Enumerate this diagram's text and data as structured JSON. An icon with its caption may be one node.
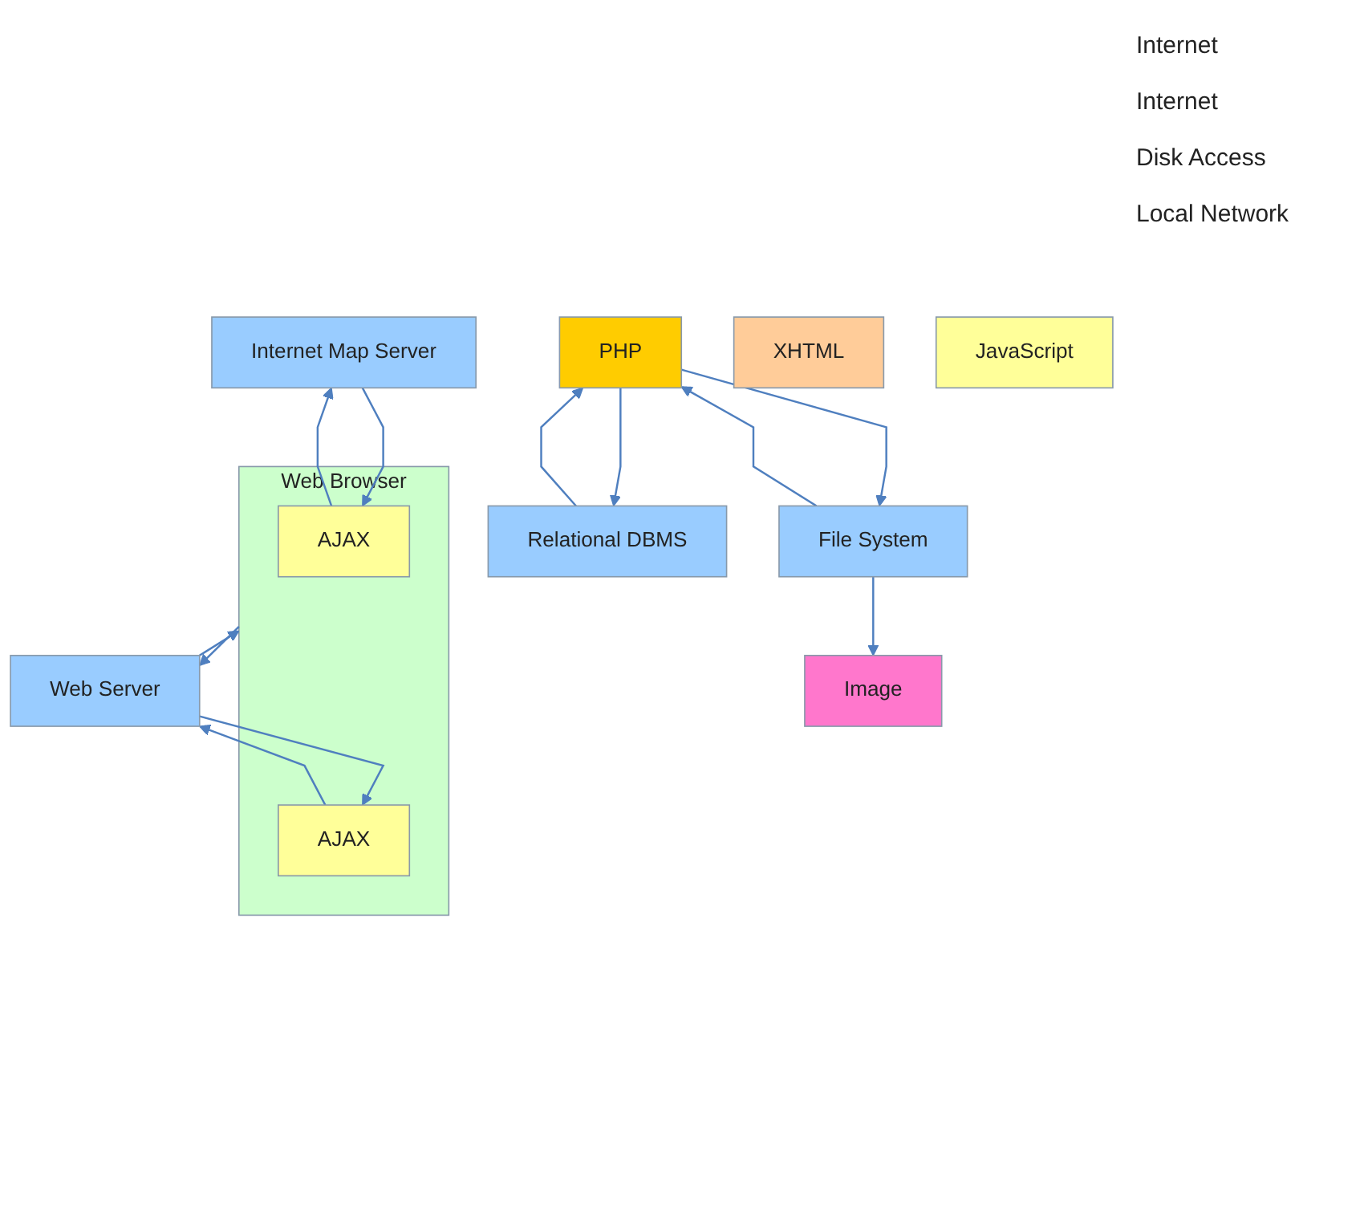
{
  "diagram": {
    "nodes": [
      {
        "text": [
          "Internet Map Server"
        ]
      },
      {
        "text": [
          "Web Browser"
        ]
      },
      {
        "text": [
          "AJAX"
        ],
        "in": 1
      },
      {
        "text": [
          "AJAX"
        ],
        "in": 1
      },
      {
        "text": [
          "Web Server"
        ]
      },
      {
        "text": [
          "XHTML"
        ]
      },
      {
        "text": [
          "JavaScript"
        ]
      },
      {
        "text": [
          "Image"
        ]
      },
      {
        "text": [
          "PHP"
        ]
      },
      {
        "text": [
          "Relational DBMS"
        ]
      },
      {
        "text": [
          "File System"
        ]
      }
    ],
    "edges": [
      {
        "from": 0,
        "to": 2,
        "arrow": "to"
      },
      {
        "from": 2,
        "to": 0,
        "arrow": "to"
      },
      {
        "from": 1,
        "to": 4,
        "arrow": "to"
      },
      {
        "from": 3,
        "to": 4,
        "arrow": "to"
      },
      {
        "from": 4,
        "to": 3,
        "arrow": "to"
      },
      {
        "from": 4,
        "to": 1,
        "arrow": "to"
      },
      {
        "from": 8,
        "to": 9,
        "arrow": "to"
      },
      {
        "from": 9,
        "to": 8,
        "arrow": "to"
      },
      {
        "from": 8,
        "to": 10,
        "arrow": "to"
      },
      {
        "from": 10,
        "to": 8,
        "arrow": "to"
      },
      {
        "from": 10,
        "to": 7,
        "arrow": "to"
      }
    ],
    "labels": [
      "Internet",
      "Internet",
      "Disk Access",
      "Local Network"
    ]
  }
}
